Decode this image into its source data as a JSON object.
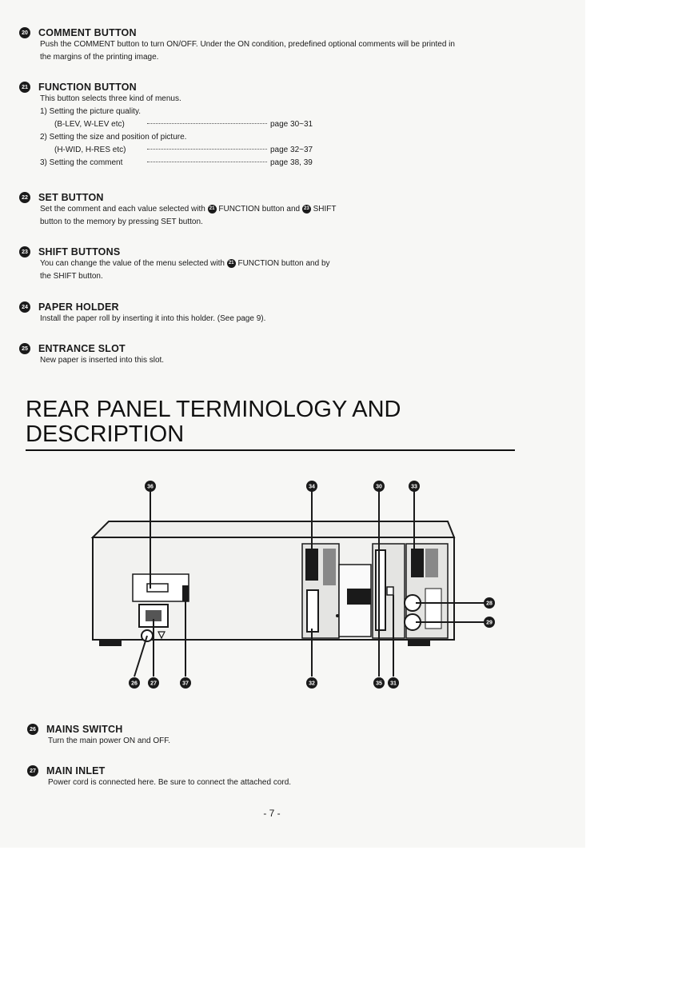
{
  "comment_button": {
    "number": "20",
    "title": "COMMENT BUTTON",
    "text": "Push the COMMENT button to turn ON/OFF. Under the ON condition, predefined optional comments will be printed in the margins of the printing image."
  },
  "function_button": {
    "number": "21",
    "title": "FUNCTION BUTTON",
    "intro": "This button selects three kind of menus.",
    "items": [
      {
        "label": "1)  Setting the picture quality.",
        "sub": "(B-LEV, W-LEV etc)",
        "page": "page 30~31"
      },
      {
        "label": "2)  Setting the size and position of picture.",
        "sub": "(H-WID, H-RES etc)",
        "page": "page 32~37"
      },
      {
        "label": "3)  Setting the comment",
        "sub": "",
        "page": "page 38, 39"
      }
    ]
  },
  "set_button": {
    "number": "22",
    "title": "SET BUTTON",
    "line1": "Set the comment and each value selected with",
    "ref1": "21",
    "mid": "FUNCTION button and",
    "ref2": "23",
    "end": "SHIFT",
    "line2": "button to the memory by pressing SET button."
  },
  "shift_buttons": {
    "number": "23",
    "title": "SHIFT BUTTONS",
    "line1": "You can change the value of the menu selected with",
    "ref1": "21",
    "end": "FUNCTION button and by",
    "line2": "the SHIFT button."
  },
  "paper_holder": {
    "number": "24",
    "title": "PAPER HOLDER",
    "text": "Install the paper roll by inserting it into this holder. (See page 9)."
  },
  "entrance_slot": {
    "number": "25",
    "title": "ENTRANCE SLOT",
    "text": "New paper is inserted into this slot."
  },
  "section": {
    "line1": "REAR PANEL TERMINOLOGY AND",
    "line2": "DESCRIPTION"
  },
  "diagram_callouts": [
    "26",
    "27",
    "28",
    "29",
    "30",
    "31",
    "32",
    "33",
    "34",
    "35",
    "36",
    "37"
  ],
  "mains_switch": {
    "number": "26",
    "title": "MAINS SWITCH",
    "text": "Turn the main power ON and OFF."
  },
  "main_inlet": {
    "number": "27",
    "title": "MAIN INLET",
    "text": "Power cord is connected here. Be sure to connect the attached cord."
  },
  "page_number": "- 7 -",
  "colors": {
    "ink": "#1a1a1a",
    "paper": "#f7f7f5"
  }
}
